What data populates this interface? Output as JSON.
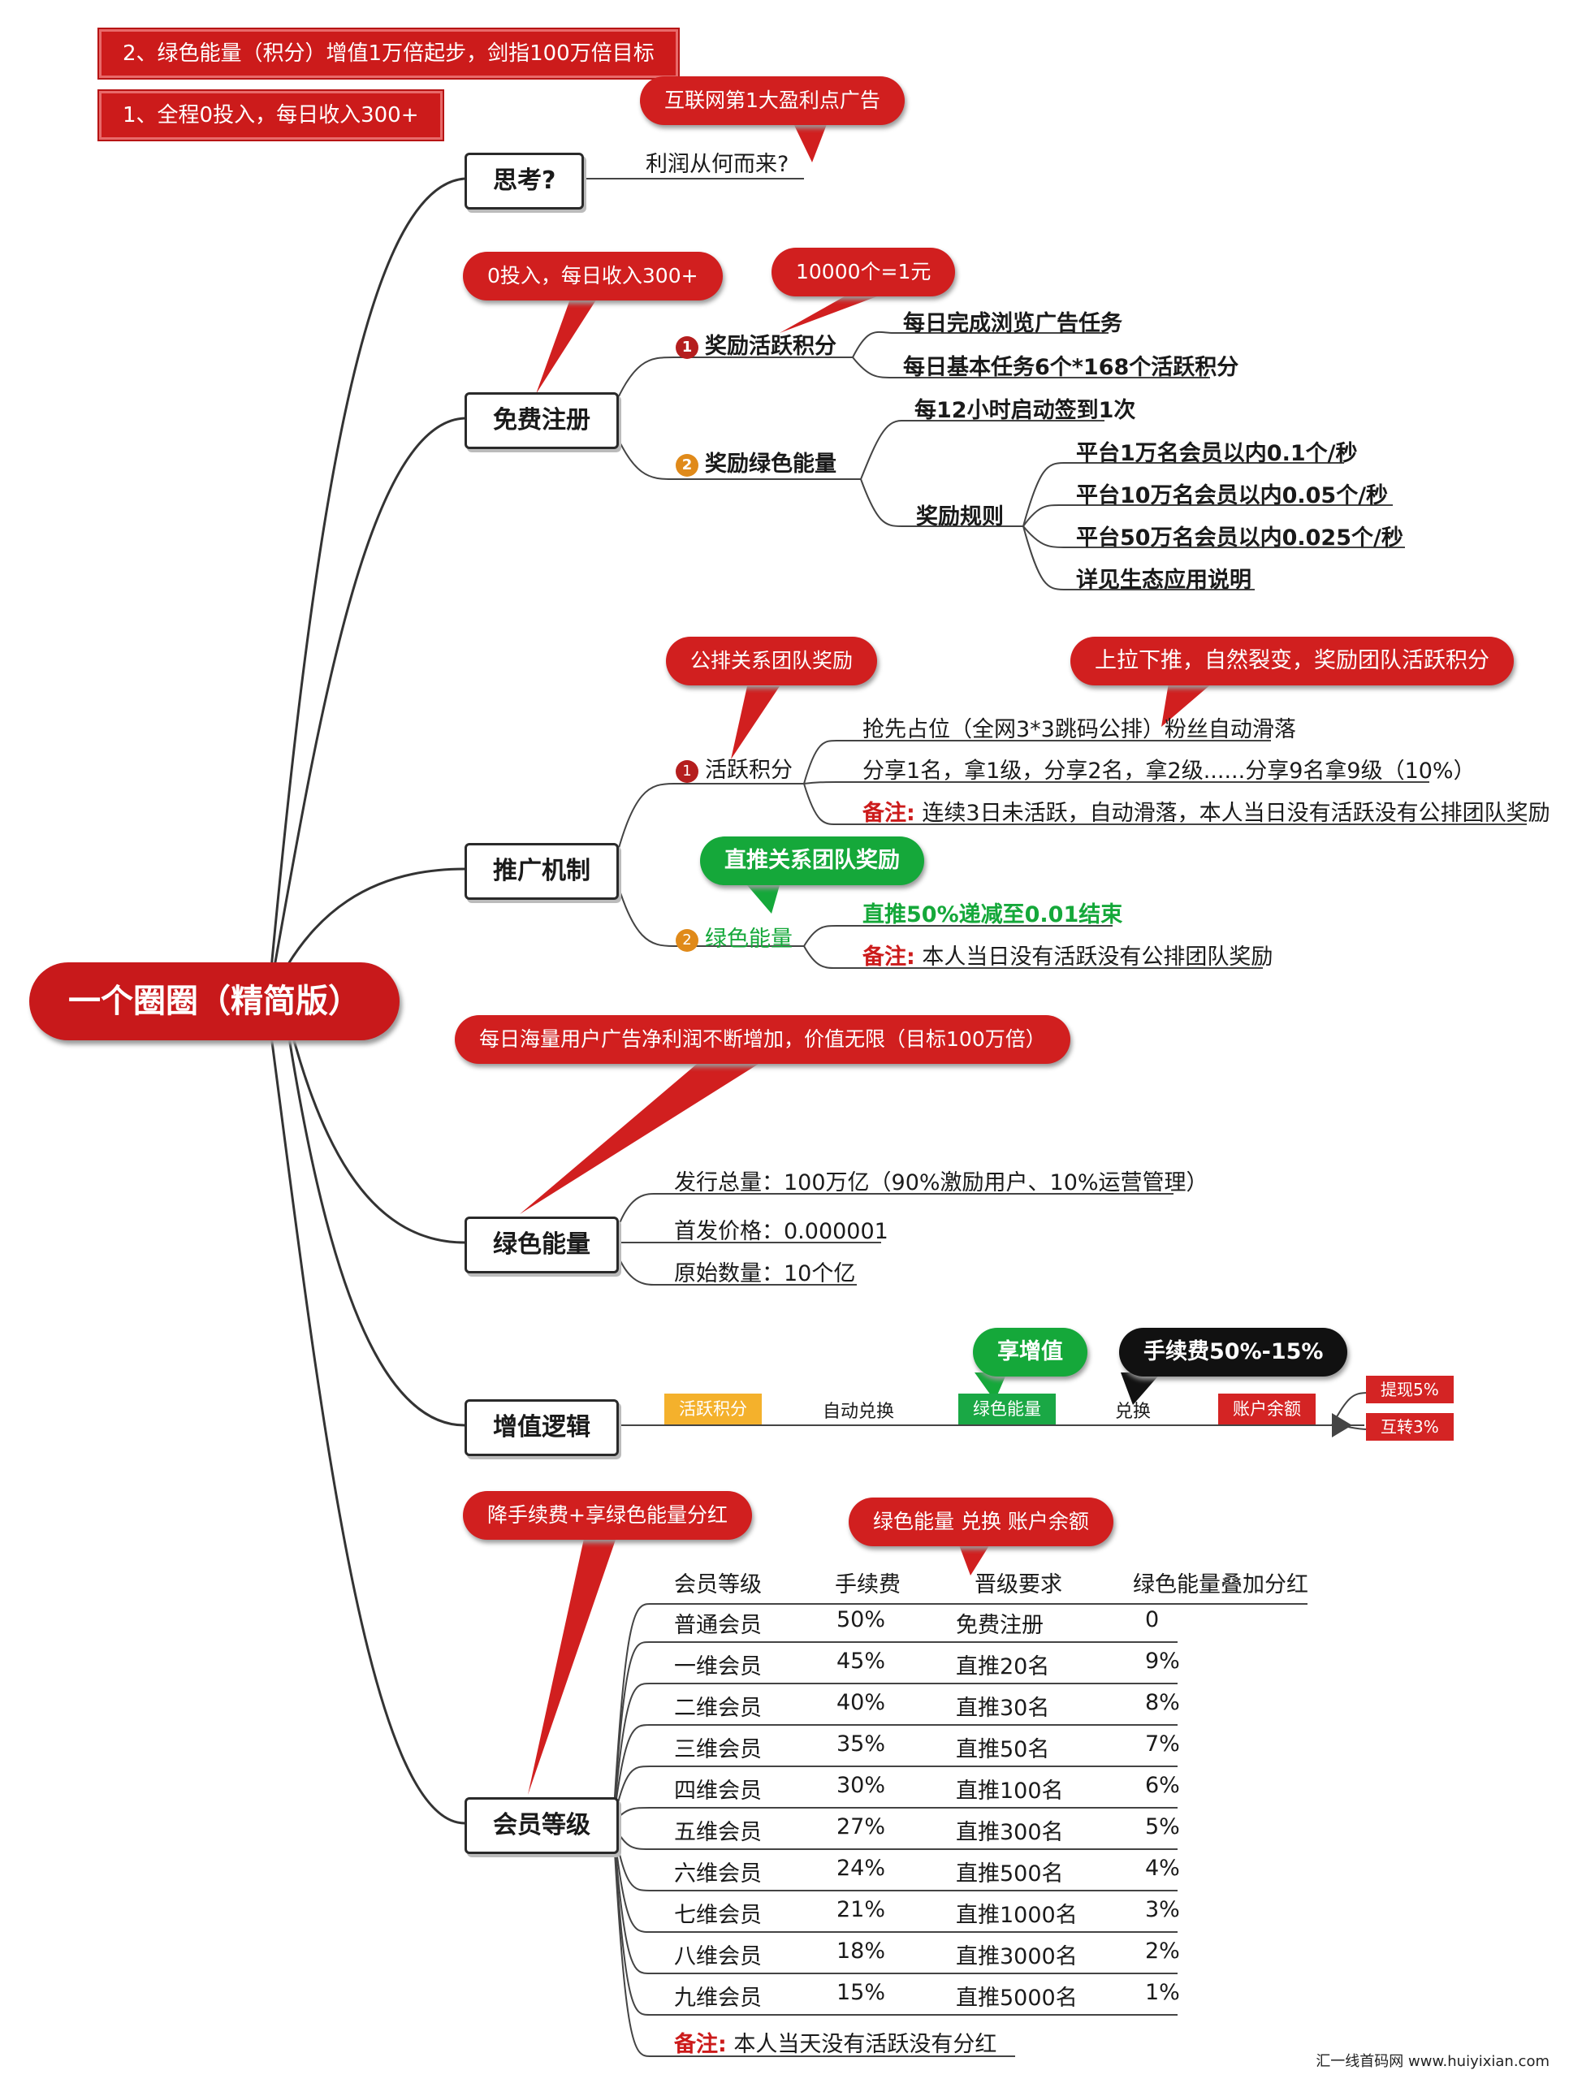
{
  "top_banners": [
    "2、绿色能量（积分）增值1万倍起步，剑指100万倍目标",
    "1、全程0投入，每日收入300+"
  ],
  "root": "一个圈圈（精简版）",
  "think": {
    "node": "思考?",
    "callout": "互联网第1大盈利点广告",
    "text": "利润从何而来?"
  },
  "register": {
    "node": "免费注册",
    "callout_left": "0投入，每日收入300+",
    "callout_right": "10000个=1元",
    "sub1": {
      "num": "1",
      "label": "奖励活跃积分",
      "items": [
        "每日完成浏览广告任务",
        "每日基本任务6个*168个活跃积分"
      ]
    },
    "sub2": {
      "num": "2",
      "label": "奖励绿色能量",
      "item_sign": "每12小时启动签到1次",
      "rule_label": "奖励规则",
      "rules": [
        "平台1万名会员以内0.1个/秒",
        "平台10万名会员以内0.05个/秒",
        "平台50万名会员以内0.025个/秒",
        "详见生态应用说明"
      ]
    }
  },
  "promo": {
    "node": "推广机制",
    "callout_left": "公排关系团队奖励",
    "callout_right": "上拉下推，自然裂变，奖励团队活跃积分",
    "callout_green": "直推关系团队奖励",
    "sub1": {
      "num": "1",
      "label": "活跃积分",
      "items": [
        "抢先占位（全网3*3跳码公排）粉丝自动滑落",
        "分享1名，拿1级，分享2名，拿2级......分享9名拿9级（10%）"
      ],
      "note_label": "备注:",
      "note_text": "连续3日未活跃，自动滑落，本人当日没有活跃没有公排团队奖励"
    },
    "sub2": {
      "num": "2",
      "label": "绿色能量",
      "green_item": "直推50%递减至0.01结束",
      "note_label": "备注:",
      "note_text": "本人当日没有活跃没有公排团队奖励"
    }
  },
  "energy": {
    "node": "绿色能量",
    "callout": "每日海量用户广告净利润不断增加，价值无限（目标100万倍）",
    "items": [
      "发行总量：100万亿（90%激励用户、10%运营管理）",
      "首发价格：0.000001",
      "原始数量：10个亿"
    ]
  },
  "logic": {
    "node": "增值逻辑",
    "callout_green": "享增值",
    "callout_black": "手续费50%-15%",
    "chip_points": "活跃积分",
    "auto_exchange": "自动兑换",
    "chip_energy": "绿色能量",
    "exchange": "兑换",
    "chip_balance": "账户余额",
    "withdraw": "提现5%",
    "transfer": "互转3%"
  },
  "member": {
    "node": "会员等级",
    "callout_left": "降手续费+享绿色能量分红",
    "callout_right": "绿色能量 兑换 账户余额",
    "headers": [
      "会员等级",
      "手续费",
      "晋级要求",
      "绿色能量叠加分红"
    ],
    "rows": [
      [
        "普通会员",
        "50%",
        "免费注册",
        "0"
      ],
      [
        "一维会员",
        "45%",
        "直推20名",
        "9%"
      ],
      [
        "二维会员",
        "40%",
        "直推30名",
        "8%"
      ],
      [
        "三维会员",
        "35%",
        "直推50名",
        "7%"
      ],
      [
        "四维会员",
        "30%",
        "直推100名",
        "6%"
      ],
      [
        "五维会员",
        "27%",
        "直推300名",
        "5%"
      ],
      [
        "六维会员",
        "24%",
        "直推500名",
        "4%"
      ],
      [
        "七维会员",
        "21%",
        "直推1000名",
        "3%"
      ],
      [
        "八维会员",
        "18%",
        "直推3000名",
        "2%"
      ],
      [
        "九维会员",
        "15%",
        "直推5000名",
        "1%"
      ]
    ],
    "note_label": "备注:",
    "note_text": "本人当天没有活跃没有分红"
  },
  "watermark": "汇一线首码网  www.huiyixian.com",
  "colors": {
    "red": "#cc1b1b",
    "green": "#15a83a",
    "black": "#111111",
    "orange": "#f4b12c"
  }
}
